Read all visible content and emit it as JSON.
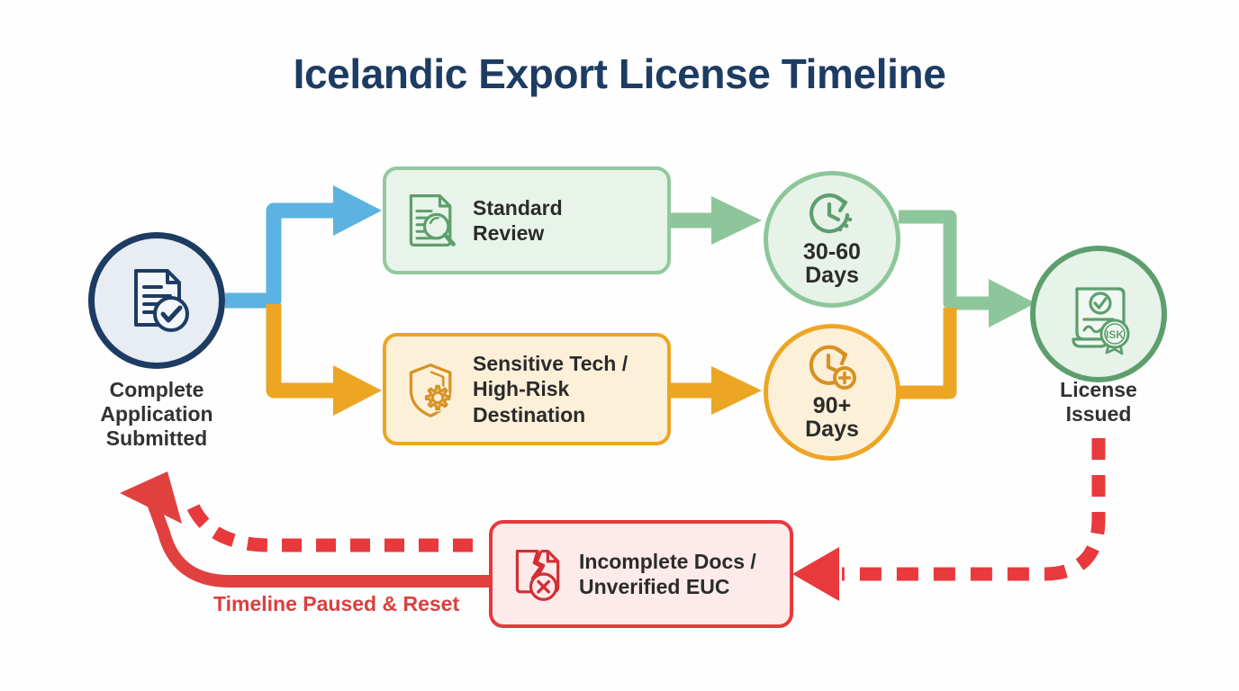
{
  "title": "Icelandic Export License Timeline",
  "colors": {
    "title": "#1d3c63",
    "start_border": "#1d3c63",
    "start_fill": "#e8edf4",
    "blue_branch": "#5cb2e0",
    "green": "#8dc69a",
    "green_dark": "#5d9e6d",
    "green_fill": "#e8f4e9",
    "orange": "#eda524",
    "orange_fill": "#fdf0d9",
    "red": "#e8393c",
    "red_fill": "#fdeaea",
    "red_text": "#d8403f",
    "text": "#2b2b2b",
    "background": "#fefefe"
  },
  "nodes": {
    "start": {
      "label": "Complete\nApplication\nSubmitted",
      "label_lines": [
        "Complete",
        "Application",
        "Submitted"
      ],
      "icon": "document-check-icon"
    },
    "standard_review": {
      "label": "Standard\nReview",
      "label_lines": [
        "Standard",
        "Review"
      ],
      "icon": "document-magnifier-icon"
    },
    "standard_duration": {
      "label": "30-60\nDays",
      "label_lines": [
        "30-60",
        "Days"
      ],
      "icon": "clock-arrow-icon"
    },
    "sensitive": {
      "label": "Sensitive Tech /\nHigh-Risk\nDestination",
      "label_lines": [
        "Sensitive Tech /",
        "High-Risk",
        "Destination"
      ],
      "icon": "shield-gear-icon"
    },
    "sensitive_duration": {
      "label": "90+\nDays",
      "label_lines": [
        "90+",
        "Days"
      ],
      "icon": "clock-plus-icon"
    },
    "license_issued": {
      "label": "License\nIssued",
      "label_lines": [
        "License",
        "Issued"
      ],
      "icon": "certificate-seal-icon",
      "seal_text": "ISK"
    },
    "incomplete": {
      "label": "Incomplete Docs /\nUnverified EUC",
      "label_lines": [
        "Incomplete Docs /",
        "Unverified EUC"
      ],
      "icon": "torn-document-x-icon"
    }
  },
  "annotations": {
    "reset_label": "Timeline Paused & Reset"
  },
  "chart_data": {
    "type": "diagram",
    "title": "Icelandic Export License Timeline",
    "flow": [
      {
        "from": "Complete Application Submitted",
        "to": "Standard Review",
        "color": "#5cb2e0",
        "style": "solid"
      },
      {
        "from": "Complete Application Submitted",
        "to": "Sensitive Tech / High-Risk Destination",
        "color": "#eda524",
        "style": "solid"
      },
      {
        "from": "Standard Review",
        "to": "30-60 Days",
        "color": "#8dc69a",
        "style": "solid"
      },
      {
        "from": "Sensitive Tech / High-Risk Destination",
        "to": "90+ Days",
        "color": "#eda524",
        "style": "solid"
      },
      {
        "from": "30-60 Days",
        "to": "License Issued",
        "color": "#8dc69a",
        "style": "solid"
      },
      {
        "from": "90+ Days",
        "to": "License Issued",
        "color": "#eda524",
        "style": "solid"
      },
      {
        "from": "License Issued",
        "to": "Incomplete Docs / Unverified EUC",
        "color": "#e8393c",
        "style": "dashed"
      },
      {
        "from": "Incomplete Docs / Unverified EUC",
        "to": "Complete Application Submitted",
        "color": "#e8393c",
        "style": "dashed+solid",
        "label": "Timeline Paused & Reset"
      }
    ]
  }
}
